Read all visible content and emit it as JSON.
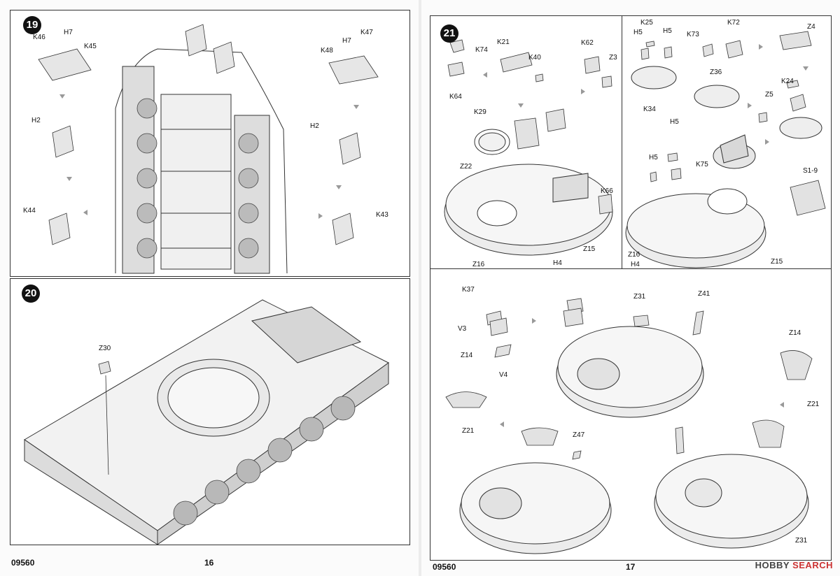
{
  "pages": [
    {
      "page_number": "16",
      "kit_number": "09560",
      "steps": [
        {
          "number": "19",
          "labels": [
            "K46",
            "H7",
            "K45",
            "H2",
            "K44",
            "K48",
            "H7",
            "K47",
            "H2",
            "K43"
          ]
        },
        {
          "number": "20",
          "labels": [
            "Z30"
          ]
        }
      ]
    },
    {
      "page_number": "17",
      "kit_number": "09560",
      "steps": [
        {
          "number": "21",
          "labels": [
            "K74",
            "K21",
            "K40",
            "K62",
            "Z3",
            "K64",
            "K29",
            "Z22",
            "K66",
            "Z15",
            "Z16",
            "H4"
          ]
        },
        {
          "number": "",
          "labels": [
            "K25",
            "H5",
            "H5",
            "K73",
            "K72",
            "Z4",
            "Z36",
            "K34",
            "K24",
            "Z5",
            "H5",
            "H5",
            "K75",
            "S1-9",
            "Z16",
            "H4",
            "Z15"
          ]
        },
        {
          "number": "",
          "labels": [
            "K37",
            "V3",
            "V4",
            "Z14",
            "Z21",
            "Z31",
            "Z41",
            "Z14",
            "Z21",
            "Z47",
            "Z31"
          ]
        }
      ]
    }
  ],
  "watermark": {
    "brand": "HOBBY",
    "suffix": "SEARCH"
  }
}
